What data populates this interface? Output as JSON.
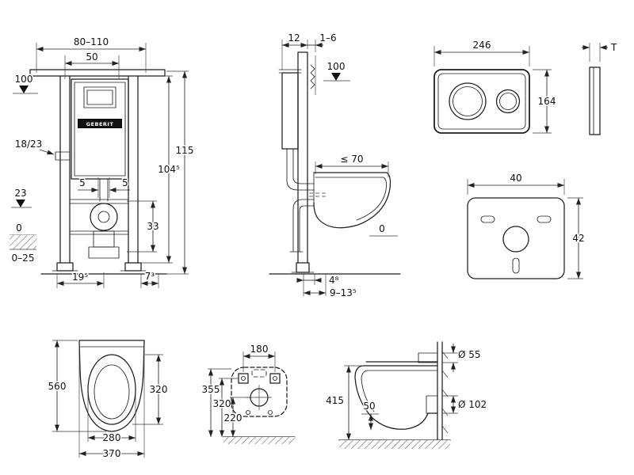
{
  "colors": {
    "line": "#1d1d1d",
    "background": "#ffffff"
  },
  "diagram": {
    "frame_front": {
      "width_range": "80–110",
      "shaft_width": "50",
      "meter_mark": "100",
      "total_height": "115",
      "frame_height": "104⁵",
      "bracket_range": "18/23",
      "offset_left": "5",
      "offset_right": "5",
      "outlet_mark": "23",
      "floor_zero": "0",
      "floor_range": "0–25",
      "outlet_height": "33",
      "foot_offset": "19⁵",
      "foot_depth": "7³",
      "brand": "GEBERIT"
    },
    "frame_side": {
      "frame_depth": "12",
      "wall_gap": "1–6",
      "meter_mark": "100",
      "max_bowl_depth": "≤ 70",
      "floor_zero": "0",
      "pipe_offset": "4⁸",
      "pipe_range": "9–13⁵"
    },
    "flush_plate": {
      "width": "246",
      "height": "164",
      "thickness": "T"
    },
    "insulation_mat": {
      "width": "40",
      "height": "42"
    },
    "bowl_top": {
      "length": "560",
      "seat_length": "320",
      "inner_width": "280",
      "outer_width": "370"
    },
    "bowl_rear": {
      "hole_spacing": "180",
      "rim_height": "355",
      "hole_height": "320",
      "outlet_height": "220"
    },
    "bowl_side": {
      "inlet_dia": "Ø 55",
      "outlet_dia": "Ø 102",
      "length": "415",
      "clearance": "50"
    }
  }
}
